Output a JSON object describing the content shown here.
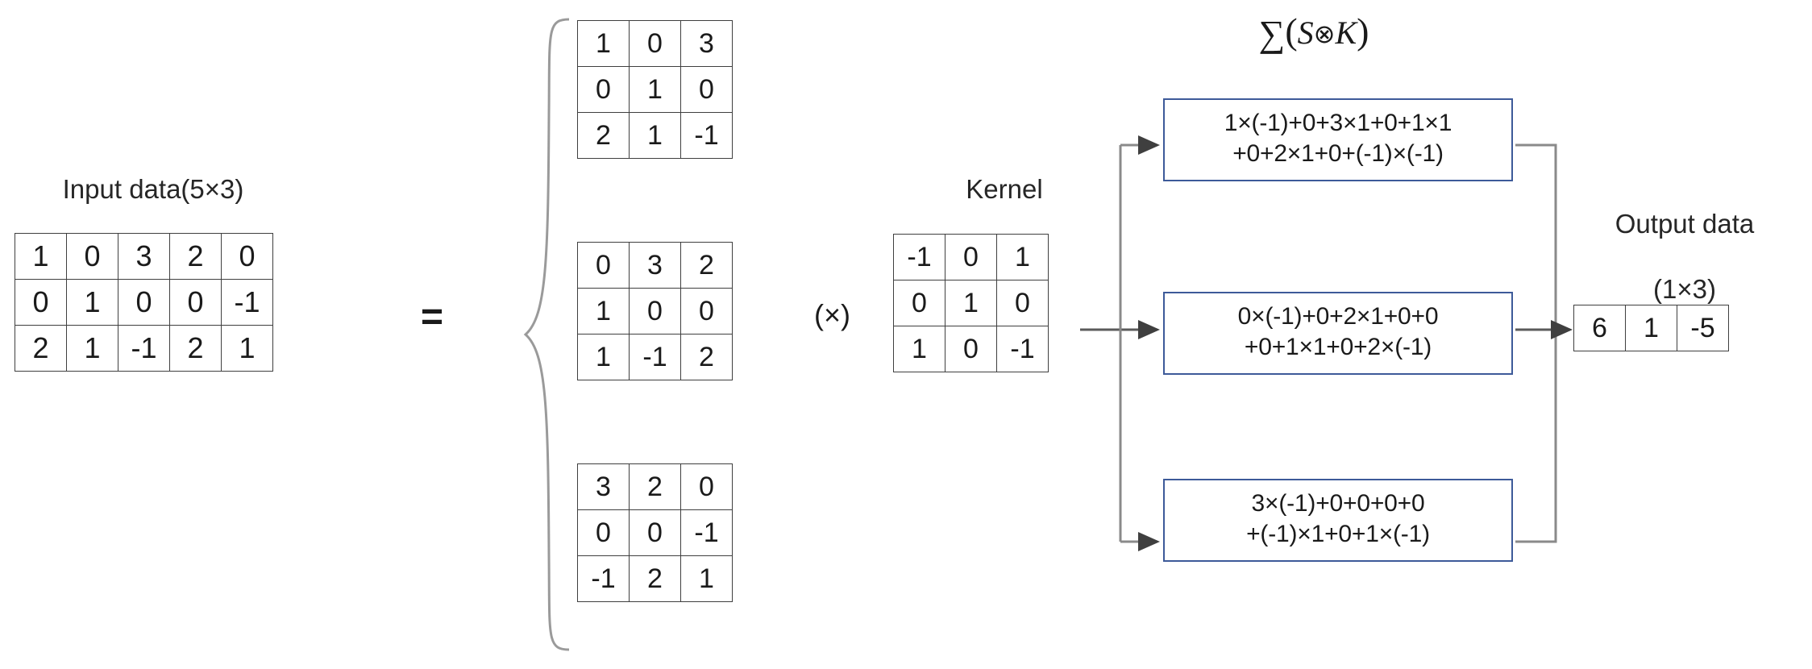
{
  "labels": {
    "input_caption": "Input data(5×3)",
    "kernel_caption": "Kernel",
    "output_caption_line1": "Output data",
    "output_caption_line2": "(1×3)",
    "equals": "=",
    "times_operator": "(×)",
    "sigma_sum": "∑",
    "sigma_open": "(",
    "sigma_s": "S",
    "sigma_op": "⊗",
    "sigma_k": "K",
    "sigma_close": ")"
  },
  "colors": {
    "box_border": "#3d5a99",
    "table_border": "#3f3f3f",
    "text": "#1a1a1a",
    "background": "#ffffff",
    "connector": "#808080"
  },
  "chart_data": {
    "type": "diagram",
    "title": "1D convolution of a 5×3 input with a 3×3 kernel",
    "input_data": {
      "label": "Input data(5×3)",
      "rows": 3,
      "cols": 5,
      "values": [
        [
          1,
          0,
          3,
          2,
          0
        ],
        [
          0,
          1,
          0,
          0,
          -1
        ],
        [
          2,
          1,
          -1,
          2,
          1
        ]
      ]
    },
    "patches": [
      {
        "name": "patch-1",
        "values": [
          [
            1,
            0,
            3
          ],
          [
            0,
            1,
            0
          ],
          [
            2,
            1,
            -1
          ]
        ]
      },
      {
        "name": "patch-2",
        "values": [
          [
            0,
            3,
            2
          ],
          [
            1,
            0,
            0
          ],
          [
            1,
            -1,
            2
          ]
        ]
      },
      {
        "name": "patch-3",
        "values": [
          [
            3,
            2,
            0
          ],
          [
            0,
            0,
            -1
          ],
          [
            -1,
            2,
            1
          ]
        ]
      }
    ],
    "kernel": {
      "label": "Kernel",
      "values": [
        [
          -1,
          0,
          1
        ],
        [
          0,
          1,
          0
        ],
        [
          1,
          0,
          -1
        ]
      ]
    },
    "formulas": [
      {
        "line1": "1×(-1)+0+3×1+0+1×1",
        "line2": "+0+2×1+0+(-1)×(-1)",
        "result": 6
      },
      {
        "line1": "0×(-1)+0+2×1+0+0",
        "line2": "+0+1×1+0+2×(-1)",
        "result": 1
      },
      {
        "line1": "3×(-1)+0+0+0+0",
        "line2": "+(-1)×1+0+1×(-1)",
        "result": -5
      }
    ],
    "output_data": {
      "label": "Output data (1×3)",
      "values": [
        6,
        1,
        -5
      ]
    }
  }
}
